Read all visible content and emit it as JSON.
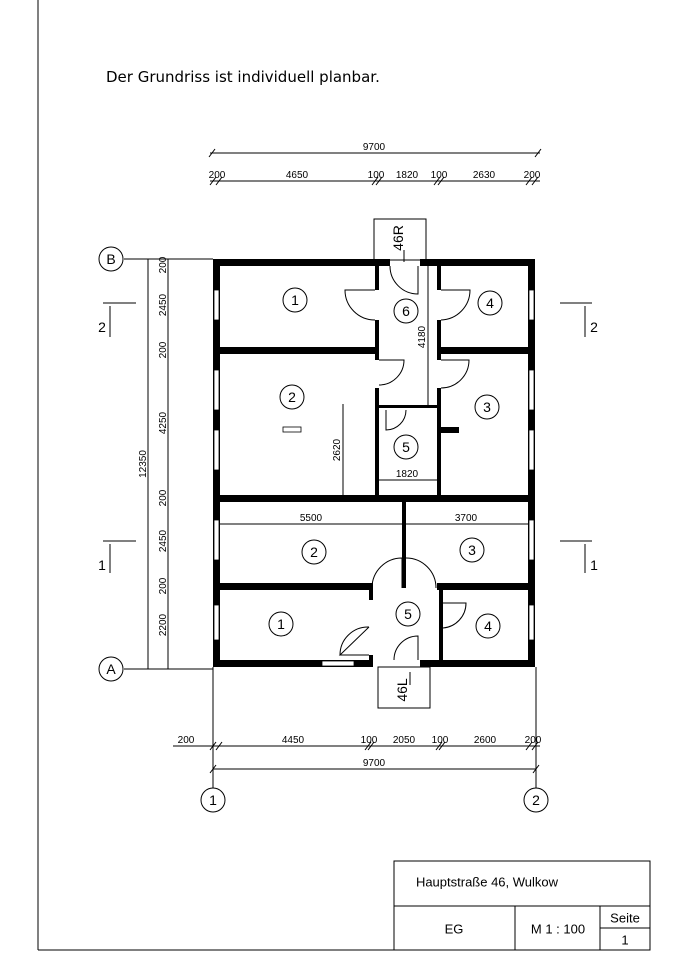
{
  "heading": "Der Grundriss ist individuell planbar.",
  "dimensions": {
    "top_total": "9700",
    "top_segments": [
      "200",
      "4650",
      "100",
      "1820",
      "100",
      "2630",
      "200"
    ],
    "bottom_segments": [
      "200",
      "4450",
      "100",
      "2050",
      "100",
      "2600",
      "200"
    ],
    "bottom_total": "9700",
    "left_total": "12350",
    "left_segments": [
      "200",
      "2450",
      "200",
      "4250",
      "200",
      "2450",
      "200",
      "2200"
    ],
    "corridor_upper": "4180",
    "room2_height": "2620",
    "room5_width": "1820",
    "lower_left_width": "5500",
    "lower_right_width": "3700"
  },
  "axes": {
    "row_top": "B",
    "row_bottom": "A",
    "col_left": "1",
    "col_right": "2"
  },
  "sections": {
    "upper": "2",
    "lower": "1"
  },
  "entrances": {
    "top": "46R",
    "bottom": "46L"
  },
  "rooms": {
    "upper": [
      "1",
      "2",
      "3",
      "4",
      "5",
      "6"
    ],
    "lower": [
      "1",
      "2",
      "3",
      "4",
      "5"
    ]
  },
  "title_block": {
    "address": "Hauptstraße 46, Wulkow",
    "floor": "EG",
    "scale": "M 1 : 100",
    "page_label": "Seite",
    "page_number": "1"
  }
}
